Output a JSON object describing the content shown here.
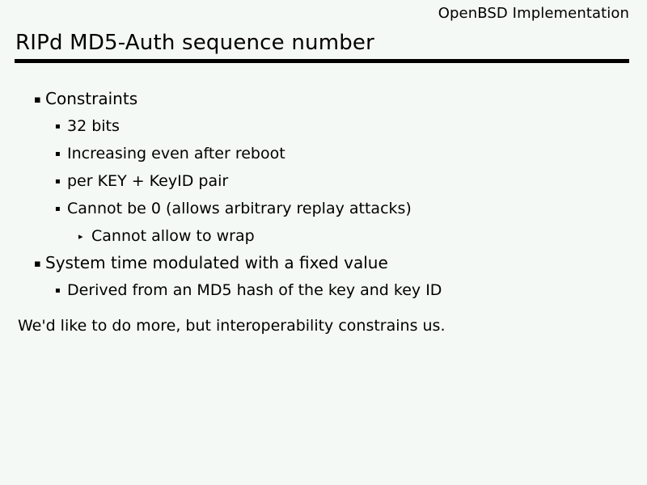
{
  "slide": {
    "header": "OpenBSD Implementation",
    "title": "RIPd MD5-Auth sequence number",
    "background_color": "#f4f9f5",
    "text_color": "#000000",
    "rule_color": "#000000",
    "markers": {
      "level1": "▪",
      "level2": "▪",
      "level3": "▸"
    },
    "bullets": [
      {
        "level": 1,
        "text": "Constraints"
      },
      {
        "level": 2,
        "text": "32 bits"
      },
      {
        "level": 2,
        "text": "Increasing even after reboot"
      },
      {
        "level": 2,
        "text": "per KEY + KeyID pair"
      },
      {
        "level": 2,
        "text": "Cannot be 0 (allows arbitrary replay attacks)"
      },
      {
        "level": 3,
        "text": "Cannot allow to wrap"
      },
      {
        "level": 1,
        "text": "System time modulated with a fixed value"
      },
      {
        "level": 2,
        "text": "Derived from an MD5 hash of the key and key ID"
      }
    ],
    "closing_note": "We'd like to do more, but interoperability constrains us."
  }
}
